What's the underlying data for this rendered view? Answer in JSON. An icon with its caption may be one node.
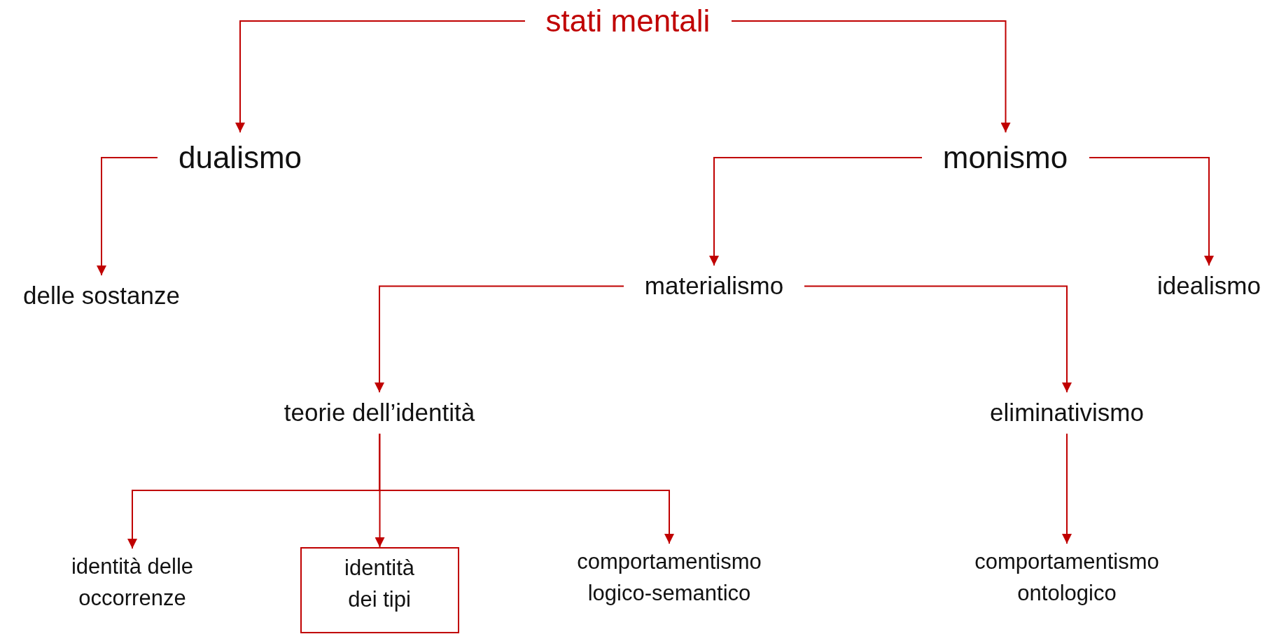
{
  "diagram": {
    "nodes": [
      {
        "text": [
          "stati mentali"
        ]
      },
      {
        "text": [
          "dualismo"
        ]
      },
      {
        "text": [
          "monismo"
        ]
      },
      {
        "text": [
          "delle sostanze"
        ]
      },
      {
        "text": [
          "materialismo"
        ]
      },
      {
        "text": [
          "idealismo"
        ]
      },
      {
        "text": [
          "teorie dell’identità"
        ]
      },
      {
        "text": [
          "eliminativismo"
        ]
      },
      {
        "text": [
          "identità delle occorrenze"
        ]
      },
      {
        "text": [
          "identità dei tipi"
        ]
      },
      {
        "text": [
          "comportamentismo logico-semantico"
        ]
      },
      {
        "text": [
          "comportamentismo ontologico"
        ]
      }
    ],
    "edges": [
      {
        "from": 0,
        "to": 1,
        "arrow": "to"
      },
      {
        "from": 0,
        "to": 2,
        "arrow": "to"
      },
      {
        "from": 1,
        "to": 3,
        "arrow": "to"
      },
      {
        "from": 2,
        "to": 4,
        "arrow": "to"
      },
      {
        "from": 2,
        "to": 5,
        "arrow": "to"
      },
      {
        "from": 4,
        "to": 6,
        "arrow": "to"
      },
      {
        "from": 4,
        "to": 7,
        "arrow": "to"
      },
      {
        "from": 6,
        "to": 8,
        "arrow": "to"
      },
      {
        "from": 6,
        "to": 9,
        "arrow": "to"
      },
      {
        "from": 6,
        "to": 10,
        "arrow": "to"
      },
      {
        "from": 7,
        "to": 11,
        "arrow": "to"
      }
    ]
  }
}
